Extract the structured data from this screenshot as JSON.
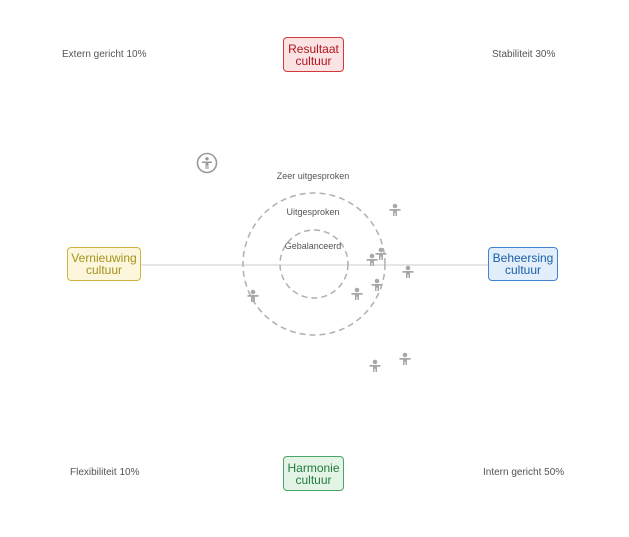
{
  "corners": {
    "top_left": "Extern gericht 10%",
    "top_right": "Stabiliteit 30%",
    "bottom_left": "Flexibiliteit 10%",
    "bottom_right": "Intern gericht 50%"
  },
  "cultures": {
    "top": {
      "line1": "Resultaat",
      "line2": "cultuur",
      "text_color": "#b0141e",
      "border_color": "#d23a3a",
      "fill_color": "#fbe3e3"
    },
    "left": {
      "line1": "Vernieuwing",
      "line2": "cultuur",
      "text_color": "#a5921c",
      "border_color": "#c9b540",
      "fill_color": "#fbf6dc"
    },
    "right": {
      "line1": "Beheersing",
      "line2": "cultuur",
      "text_color": "#1a5fa5",
      "border_color": "#3f86cf",
      "fill_color": "#e2eefb"
    },
    "bottom": {
      "line1": "Harmonie",
      "line2": "cultuur",
      "text_color": "#237a3c",
      "border_color": "#4aa664",
      "fill_color": "#e3f4e7"
    }
  },
  "rings": {
    "outer": "Zeer uitgesproken",
    "middle": "Uitgesproken",
    "inner": "Gebalanceerd"
  },
  "colors": {
    "person": "#a8a8a8",
    "ring": "#b0b0b0",
    "axis": "#cccccc"
  },
  "icons": {
    "highlight": "accessibility-icon",
    "person": "person-icon"
  }
}
